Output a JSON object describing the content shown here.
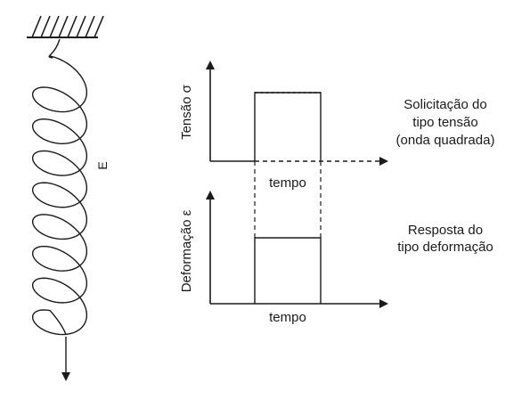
{
  "spring": {
    "label": "E"
  },
  "stress_chart": {
    "ylabel": "Tensão σ",
    "xlabel": "tempo",
    "description_line1": "Solicitação do",
    "description_line2": "tipo tensão",
    "description_line3": "(onda quadrada)"
  },
  "strain_chart": {
    "ylabel": "Deformação ε",
    "xlabel": "tempo",
    "description_line1": "Resposta do",
    "description_line2": "tipo deformação"
  },
  "colors": {
    "ink": "#1a1a1a",
    "background": "#ffffff"
  }
}
